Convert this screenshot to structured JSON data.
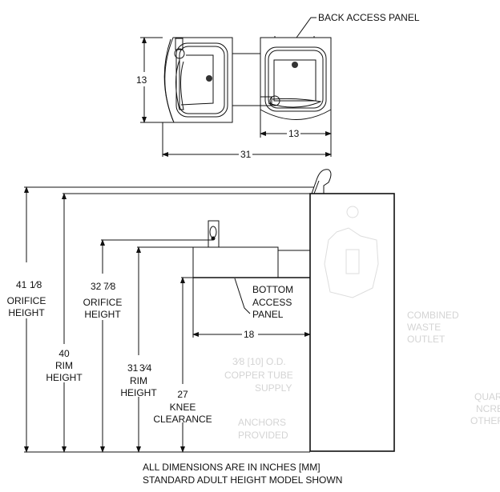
{
  "top_view": {
    "callout": "BACK ACCESS PANEL",
    "depth_dim": "13",
    "unit_width_dim": "13",
    "overall_width_dim": "31"
  },
  "side_view": {
    "dims": {
      "orifice_high": {
        "value": "41",
        "fraction": "1⁄8",
        "label1": "ORIFICE",
        "label2": "HEIGHT"
      },
      "rim_high": {
        "value": "40",
        "label1": "RIM",
        "label2": "HEIGHT"
      },
      "orifice_low": {
        "value": "32",
        "fraction": "7⁄8",
        "label1": "ORIFICE",
        "label2": "HEIGHT"
      },
      "rim_low": {
        "value": "31",
        "fraction": "3⁄4",
        "label1": "RIM",
        "label2": "HEIGHT"
      },
      "knee": {
        "value": "27",
        "label1": "KNEE",
        "label2": "CLEARANCE"
      },
      "basin_depth": "18"
    },
    "bottom_panel": [
      "BOTTOM",
      "ACCESS",
      "PANEL"
    ],
    "faint_notes": {
      "waste": [
        "COMBINED",
        "WASTE",
        "OUTLET"
      ],
      "supply": [
        "3⁄8 [10] O.D.",
        "COPPER TUBE",
        "SUPPLY"
      ],
      "anchors": [
        "ANCHORS",
        "PROVIDED"
      ],
      "cropped": [
        "QUAR",
        "NCRE",
        "OTHER"
      ]
    }
  },
  "notes": [
    "ALL DIMENSIONS ARE IN INCHES [MM]",
    "STANDARD ADULT HEIGHT MODEL SHOWN"
  ]
}
